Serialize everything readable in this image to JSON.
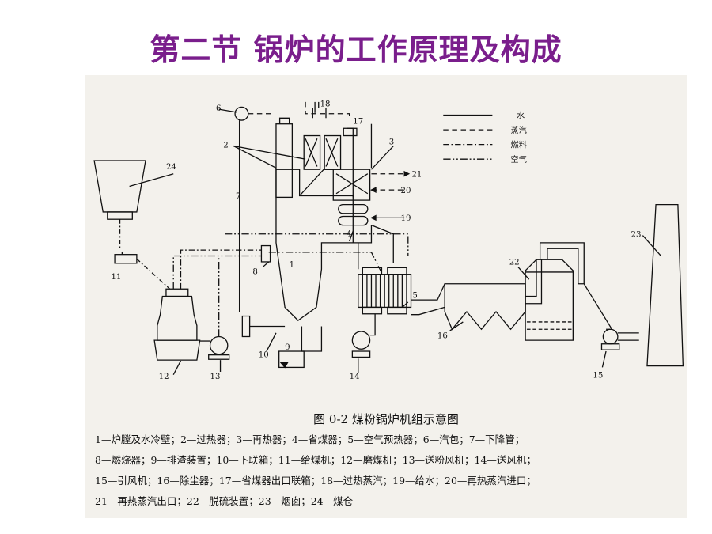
{
  "slide": {
    "title": "第二节  锅炉的工作原理及构成"
  },
  "legend": {
    "water": "水",
    "steam": "蒸汽",
    "fuel": "燃料",
    "air": "空气"
  },
  "labels": {
    "n1": "1",
    "n2": "2",
    "n3": "3",
    "n4": "4",
    "n5": "5",
    "n6": "6",
    "n7": "7",
    "n8": "8",
    "n9": "9",
    "n10": "10",
    "n11": "11",
    "n12": "12",
    "n13": "13",
    "n14": "14",
    "n15": "15",
    "n16": "16",
    "n17": "17",
    "n18": "18",
    "n19": "19",
    "n20": "20",
    "n21": "21",
    "n22": "22",
    "n23": "23",
    "n24": "24"
  },
  "caption": {
    "title": "图 0-2    煤粉锅炉机组示意图",
    "lines": [
      "1—炉膛及水冷壁；2—过热器；3—再热器；4—省煤器；5—空气预热器；6—汽包；7—下降管；",
      "8—燃烧器；9—排渣装置；10—下联箱；11—给煤机；12—磨煤机；13—送粉风机；14—送风机；",
      "15—引风机；16—除尘器；17—省煤器出口联箱；18—过热蒸汽；19—给水；20—再热蒸汽进口；",
      "21—再热蒸汽出口；22—脱硫装置；23—烟囱；24—煤仓"
    ]
  }
}
